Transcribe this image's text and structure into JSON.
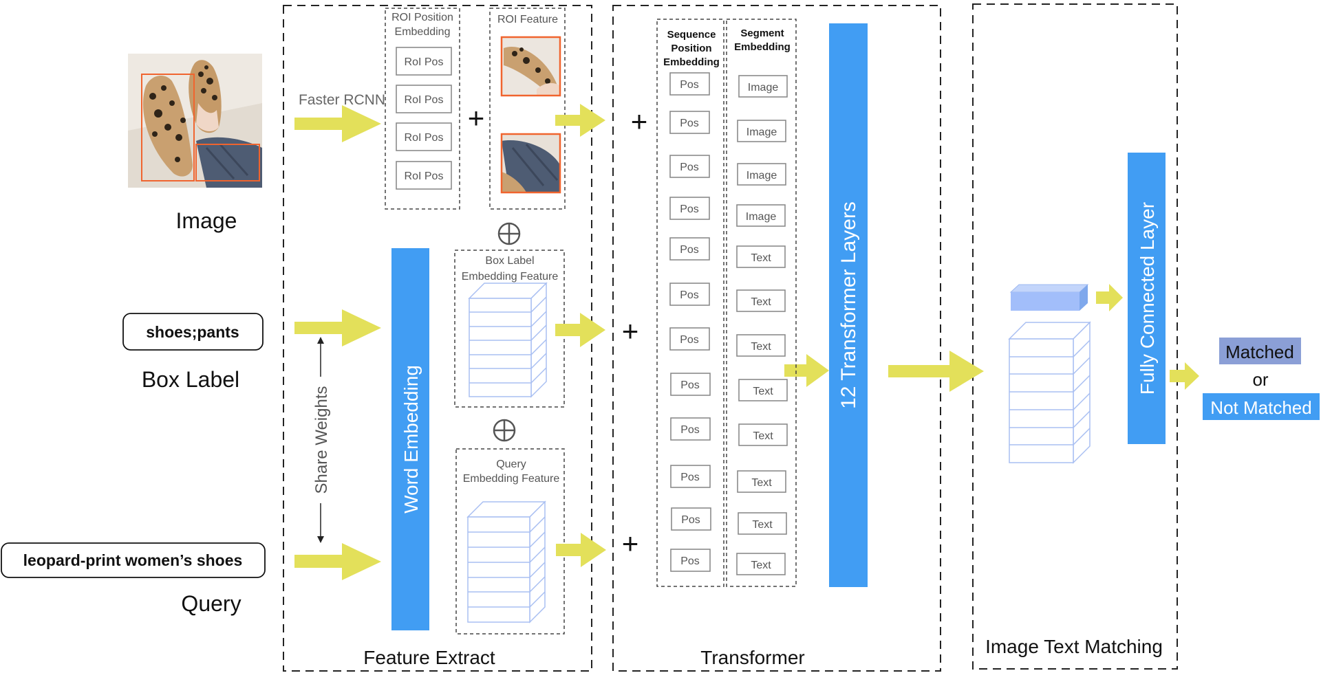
{
  "input_labels": {
    "image": "Image",
    "box_label": "Box Label",
    "query": "Query"
  },
  "input_texts": {
    "box_label_text": "shoes;pants",
    "query_text": "leopard-print women’s shoes"
  },
  "feature_extract": {
    "group_label": "Feature Extract",
    "faster_rcnn": "Faster RCNN",
    "roi_position_line1": "ROI Position",
    "roi_position_line2": "Embedding",
    "roi_feature": "ROI Feature",
    "roi_pos_items": [
      "RoI Pos",
      "RoI Pos",
      "RoI Pos",
      "RoI Pos"
    ],
    "box_label_emb_line1": "Box Label",
    "box_label_emb_line2": "Embedding Feature",
    "query_emb_line1": "Query",
    "query_emb_line2": "Embedding Feature",
    "word_embedding": "Word Embedding",
    "share_weights": "Share Weights"
  },
  "transformer": {
    "group_label": "Transformer",
    "seq_pos_line1": "Sequence",
    "seq_pos_line2": "Position",
    "seq_pos_line3": "Embedding",
    "segment_line1": "Segment",
    "segment_line2": "Embedding",
    "pos_items": [
      "Pos",
      "Pos",
      "Pos",
      "Pos",
      "Pos",
      "Pos",
      "Pos",
      "Pos",
      "Pos",
      "Pos",
      "Pos",
      "Pos"
    ],
    "segment_items": [
      "Image",
      "Image",
      "Image",
      "Image",
      "Text",
      "Text",
      "Text",
      "Text",
      "Text",
      "Text",
      "Text",
      "Text"
    ],
    "layers": "12 Transformer Layers"
  },
  "matching": {
    "group_label": "Image Text Matching",
    "fc_layer": "Fully Connected Layer",
    "matched": "Matched",
    "or": "or",
    "not_matched": "Not Matched"
  },
  "colors": {
    "accent_blue": "#419df3",
    "arrow_yellow": "#e3e05a",
    "matched_bg": "#8b9fd6",
    "not_matched_bg": "#419df3",
    "roi_box_border": "#f0642e"
  }
}
